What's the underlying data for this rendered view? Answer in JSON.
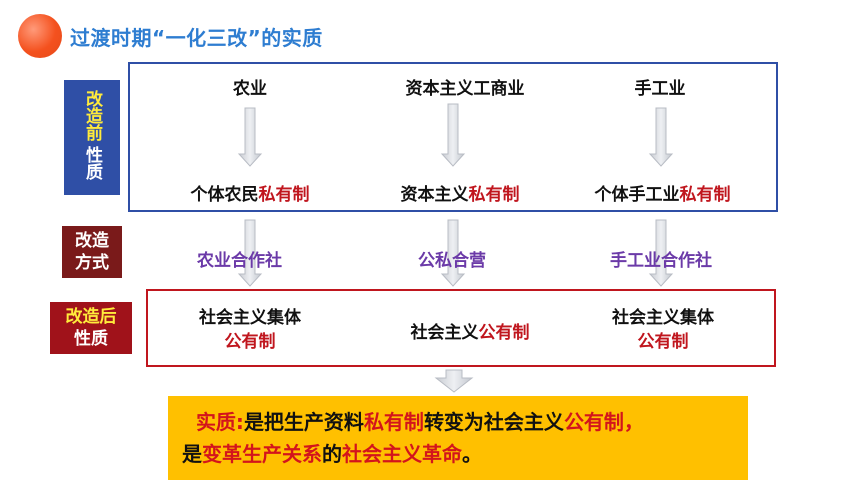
{
  "title": "过渡时期“一化三改”的实质",
  "labels": {
    "before_hl": "改造前",
    "before_rest": "性质",
    "method_line1": "改造",
    "method_line2": "方式",
    "after_line1": "改造后",
    "after_line2": "性质"
  },
  "columns": [
    {
      "head": "农业",
      "before_prefix": "个体农民",
      "before_red": "私有制",
      "method": "农业合作社",
      "after_line1": "社会主义集体",
      "after_red": "公有制"
    },
    {
      "head": "资本主义工商业",
      "before_prefix": "资本主义",
      "before_red": "私有制",
      "method": "公私合营",
      "after_prefix": "社会主义",
      "after_red": "公有制"
    },
    {
      "head": "手工业",
      "before_prefix": "个体手工业",
      "before_red": "私有制",
      "method": "手工业合作社",
      "after_line1": "社会主义集体",
      "after_red": "公有制"
    }
  ],
  "summary": {
    "p1_red": "实质:",
    "p2": "是把生产资料",
    "p3_red": "私有制",
    "p4": "转变为社会主义",
    "p5_red": "公有制，",
    "p6": "是",
    "p7_red": "变革生产关系",
    "p8": "的",
    "p9_red": "社会主义革命",
    "p10": "。"
  },
  "colors": {
    "title": "#2e7dd1",
    "before_border": "#2f4fa6",
    "after_border": "#c0161e",
    "summary_bg": "#ffc000"
  }
}
